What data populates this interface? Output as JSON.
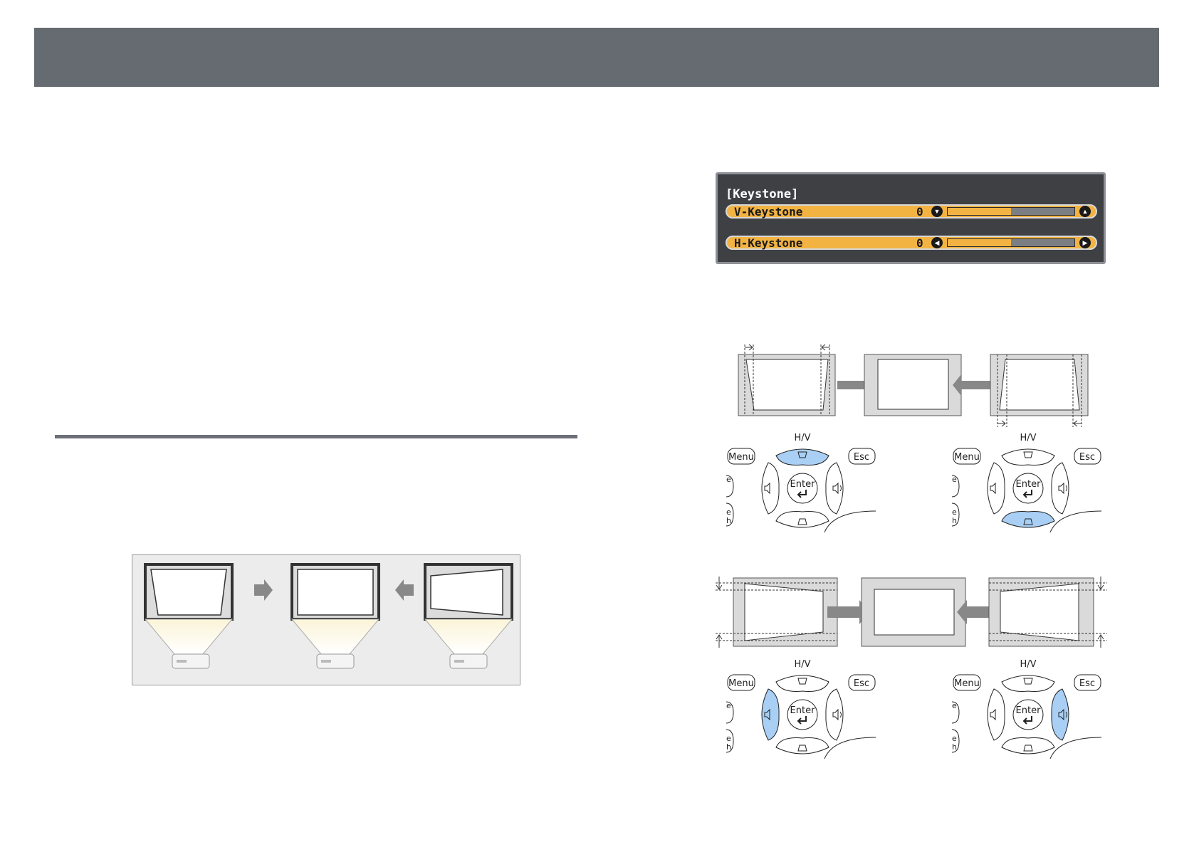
{
  "osd": {
    "title": "[Keystone]",
    "rows": [
      {
        "label": "V-Keystone",
        "value": "0",
        "level": 0.5,
        "left_icon": "triangle-down-icon",
        "right_icon": "triangle-up-icon"
      },
      {
        "label": "H-Keystone",
        "value": "0",
        "level": 0.5,
        "left_icon": "triangle-left-icon",
        "right_icon": "triangle-right-icon"
      }
    ]
  },
  "remote": {
    "menu": "Menu",
    "esc": "Esc",
    "enter": "Enter",
    "hv": "H/V",
    "cut_e": "e",
    "cut_h": "h"
  },
  "colors": {
    "header": "#666a71",
    "osd_bg": "#3e4044",
    "osd_highlight": "#f3b343",
    "pressed_button": "#a9cff4"
  }
}
